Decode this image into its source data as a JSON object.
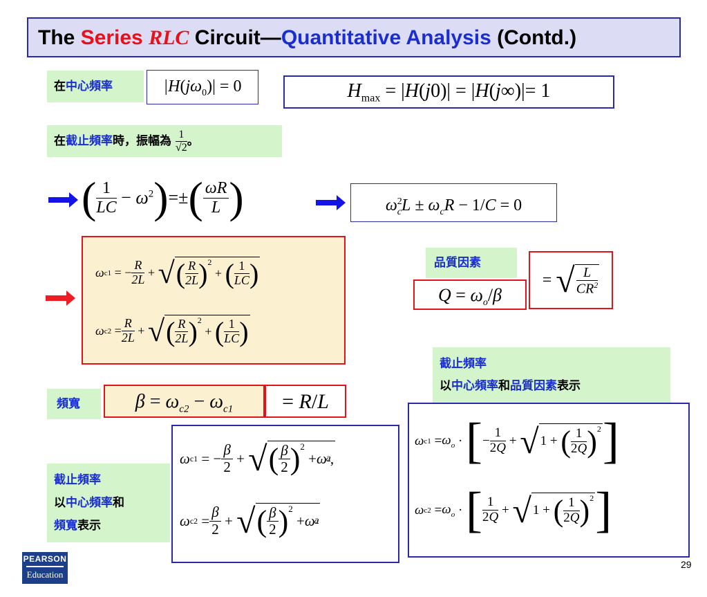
{
  "title": {
    "part1": "The ",
    "part2": "Series ",
    "part3": "RLC",
    "part4": " Circuit—",
    "part5": "Quantitative Analysis",
    "part6": " (Contd.)"
  },
  "label_center": {
    "pre": "在",
    "blue": "中心頻率"
  },
  "eq_h_center": "|H(jω₀)| = 0",
  "eq_hmax": "Hmax = |H(j0)| = |H(j∞)|= 1",
  "label_cutoff": {
    "pre": "在",
    "blue": "截止頻率",
    "post": "時，振幅為",
    "frac_num": "1",
    "frac_den": "√2",
    "end": "。"
  },
  "eq_cutoff_condition": "(1/LC − ω²)=± (ωR/L)",
  "eq_quadratic": "ωc²L ± ωcR − 1/C = 0",
  "label_q": "品質因素",
  "eq_q": "Q = ωo/β",
  "eq_q_rhs": "= √(L/CR²)",
  "eq_wc1": "ωc1 = −R/2L + √((R/2L)² + (1/LC))",
  "eq_wc2": "ωc2 = R/2L + √((R/2L)² + (1/LC))",
  "label_bw": "頻寬",
  "eq_beta": "β = ωc2 − ωc1",
  "eq_beta_rhs": "= R/L",
  "label_cutoff_q": {
    "line1": "截止頻率",
    "line2_pre": "以",
    "line2_b1": "中心頻率",
    "line2_mid": "和",
    "line2_b2": "品質因素",
    "line2_post": "表示"
  },
  "eq_wc1_beta": "ωc1 = −β/2 + √((β/2)² + ωo²),",
  "eq_wc2_beta": "ωc2 = β/2 + √((β/2)² + ωo²)",
  "label_cutoff_bw": {
    "line1": "截止頻率",
    "line2_pre": "以",
    "line2_blue": "中心頻率",
    "line2_post": "和",
    "line3_blue": "頻寬",
    "line3_post": "表示"
  },
  "eq_wc1_q": "ωc1 = ωo · [−1/2Q + √(1 + (1/2Q)²)]",
  "eq_wc2_q": "ωc2 = ωo · [1/2Q + √(1 + (1/2Q)²)]",
  "logo": {
    "line1": "PEARSON",
    "line2": "Education"
  },
  "page_number": "29",
  "colors": {
    "title_bg": "#dcdcf4",
    "green_bg": "#d4f5cc",
    "blue": "#1a2ed0",
    "red": "#e0141a",
    "yellow_bg": "#fbf0cf",
    "arrow_blue": "#1414e8",
    "arrow_red": "#ee1c24"
  }
}
